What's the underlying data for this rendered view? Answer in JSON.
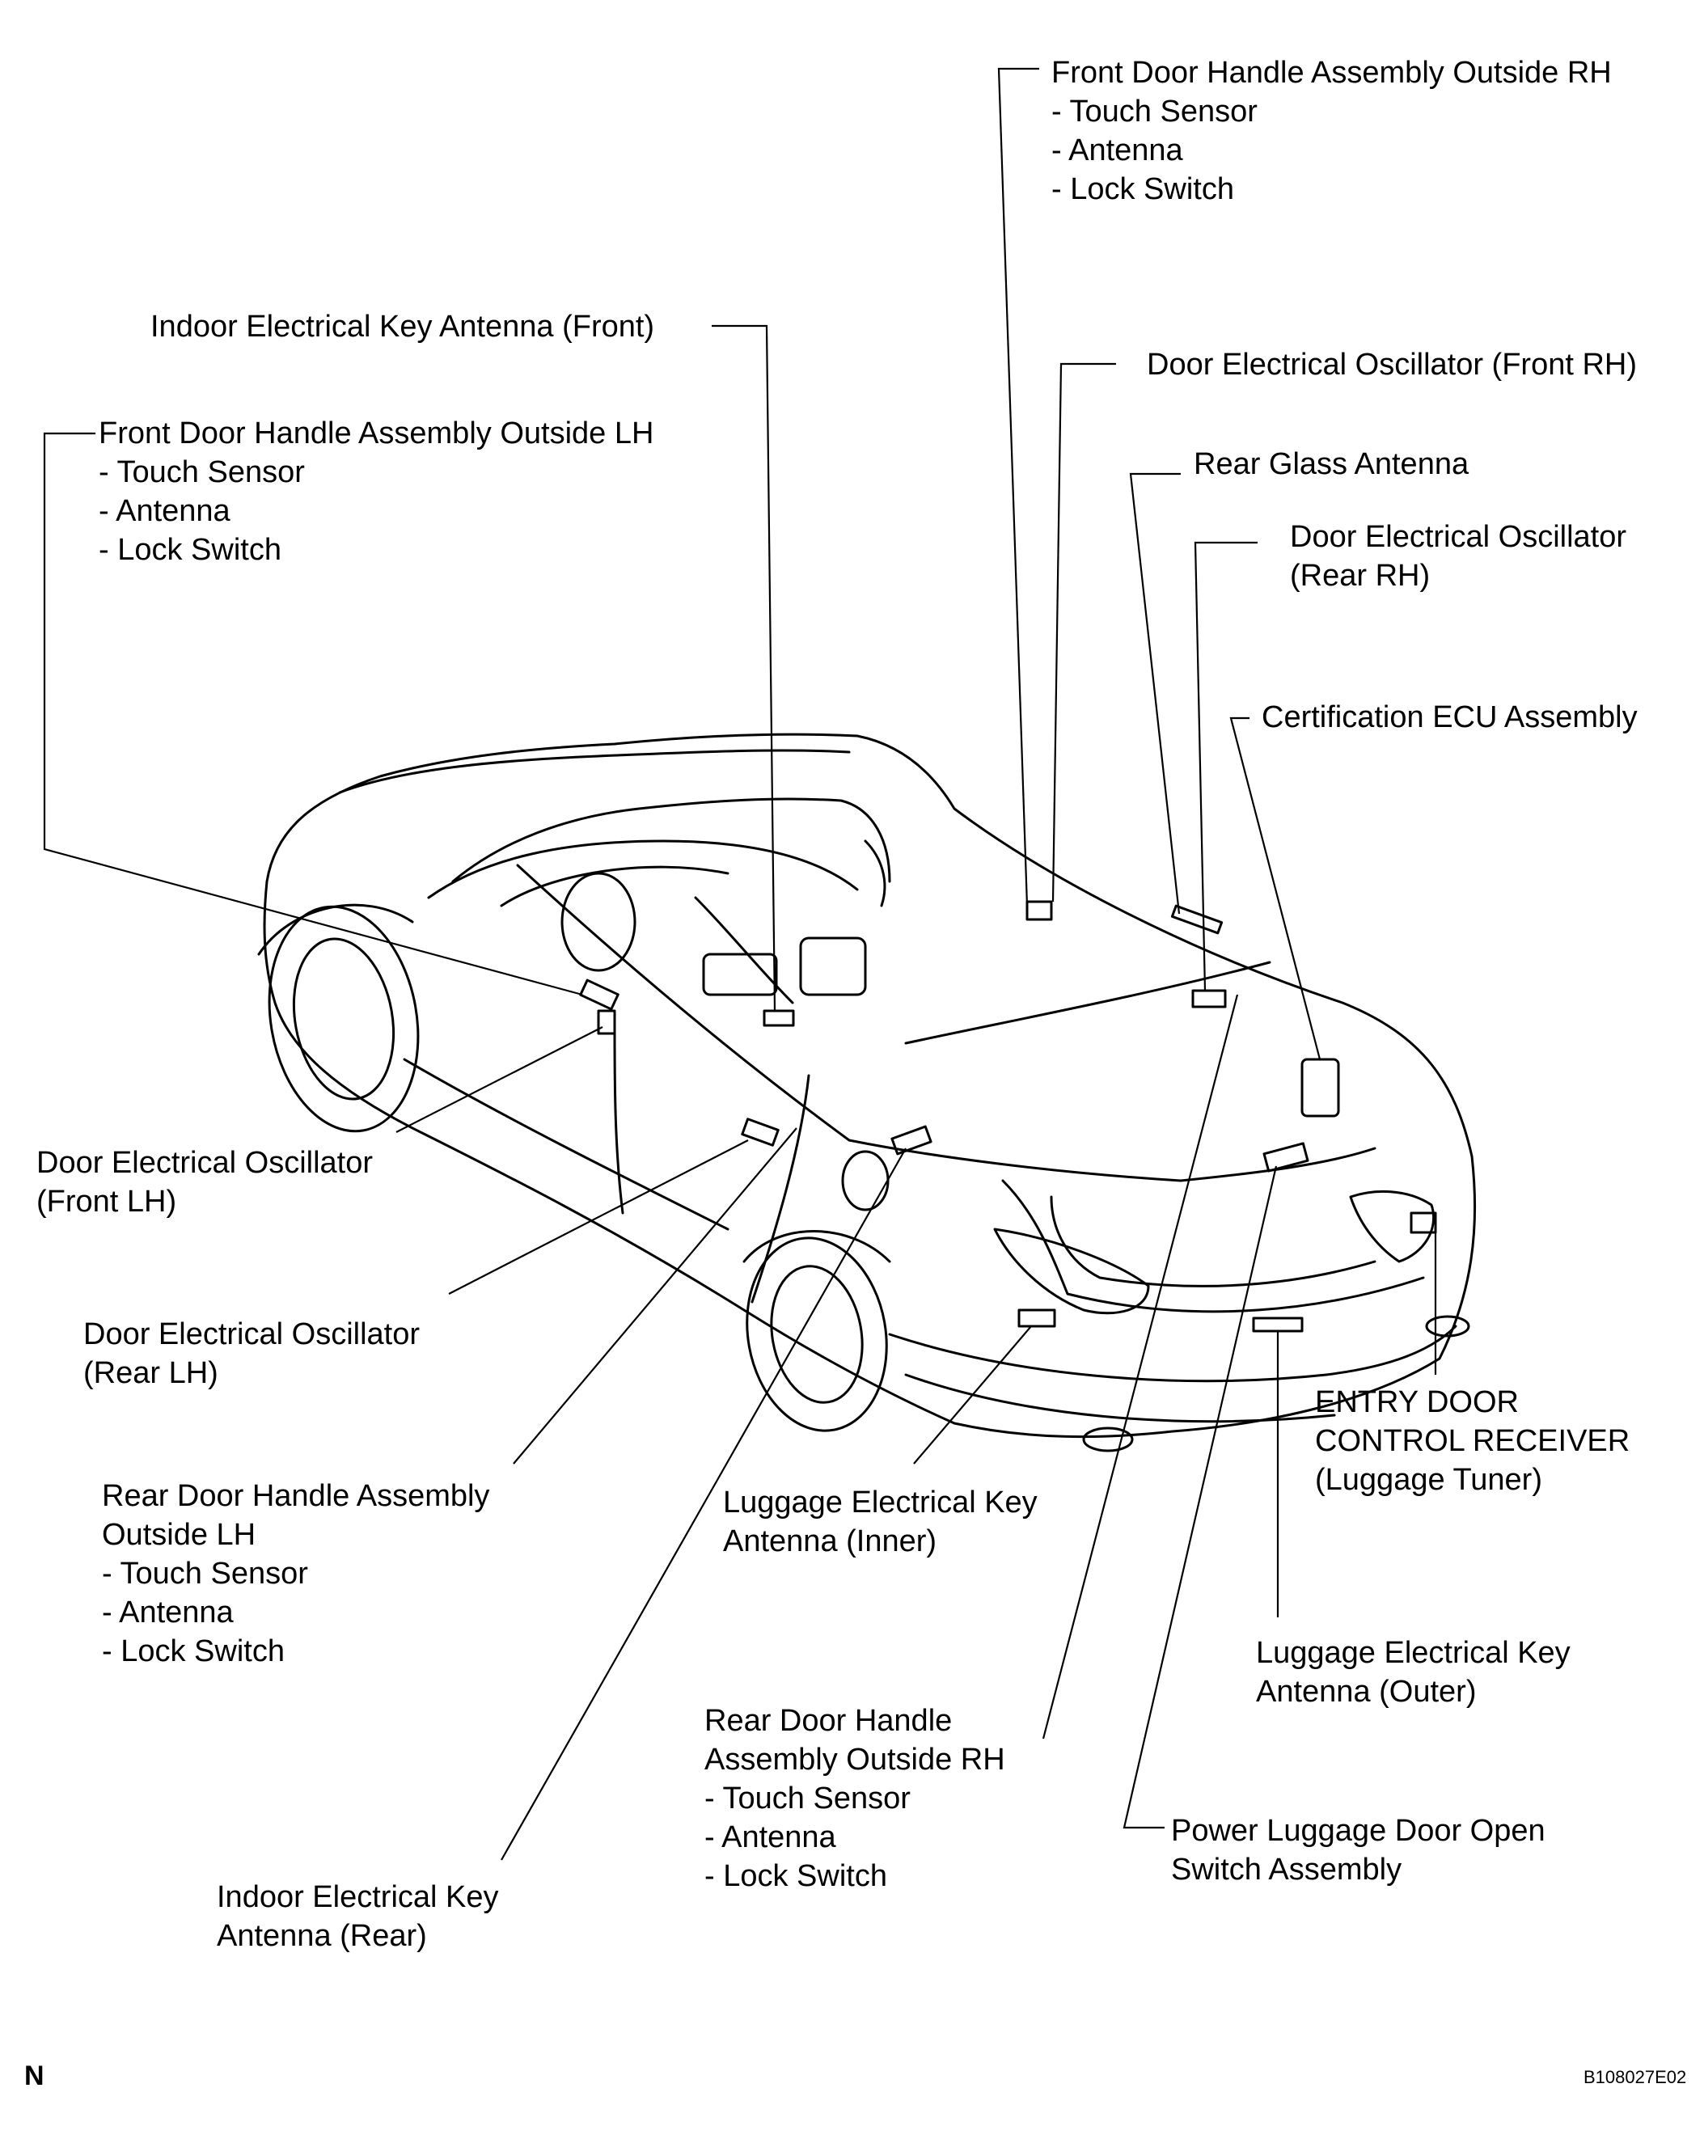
{
  "labels": {
    "front_handle_rh": [
      "Front Door Handle Assembly Outside RH",
      "- Touch Sensor",
      "- Antenna",
      "- Lock Switch"
    ],
    "indoor_key_front": [
      "Indoor Electrical Key Antenna (Front)"
    ],
    "osc_front_rh": [
      "Door Electrical Oscillator (Front RH)"
    ],
    "front_handle_lh": [
      "Front Door Handle Assembly Outside LH",
      "- Touch Sensor",
      "- Antenna",
      "- Lock Switch"
    ],
    "rear_glass": [
      "Rear Glass Antenna"
    ],
    "osc_rear_rh": [
      "Door Electrical Oscillator",
      "(Rear RH)"
    ],
    "cert_ecu": [
      "Certification ECU Assembly"
    ],
    "osc_front_lh": [
      "Door Electrical Oscillator",
      "(Front LH)"
    ],
    "osc_rear_lh": [
      "Door Electrical Oscillator",
      "(Rear LH)"
    ],
    "entry_receiver": [
      "ENTRY DOOR",
      "CONTROL RECEIVER",
      "(Luggage Tuner)"
    ],
    "rear_handle_lh": [
      "Rear Door Handle Assembly",
      "Outside LH",
      "- Touch Sensor",
      "- Antenna",
      "- Lock Switch"
    ],
    "luggage_inner": [
      "Luggage Electrical Key",
      "Antenna (Inner)"
    ],
    "luggage_outer": [
      "Luggage Electrical Key",
      "Antenna (Outer)"
    ],
    "rear_handle_rh": [
      "Rear Door Handle",
      "Assembly Outside RH",
      "- Touch Sensor",
      "- Antenna",
      "- Lock Switch"
    ],
    "power_luggage": [
      "Power Luggage Door Open",
      "Switch Assembly"
    ],
    "indoor_key_rear": [
      "Indoor Electrical Key",
      "Antenna (Rear)"
    ]
  },
  "corner": {
    "north": "N",
    "figure_id": "B108027E02"
  }
}
